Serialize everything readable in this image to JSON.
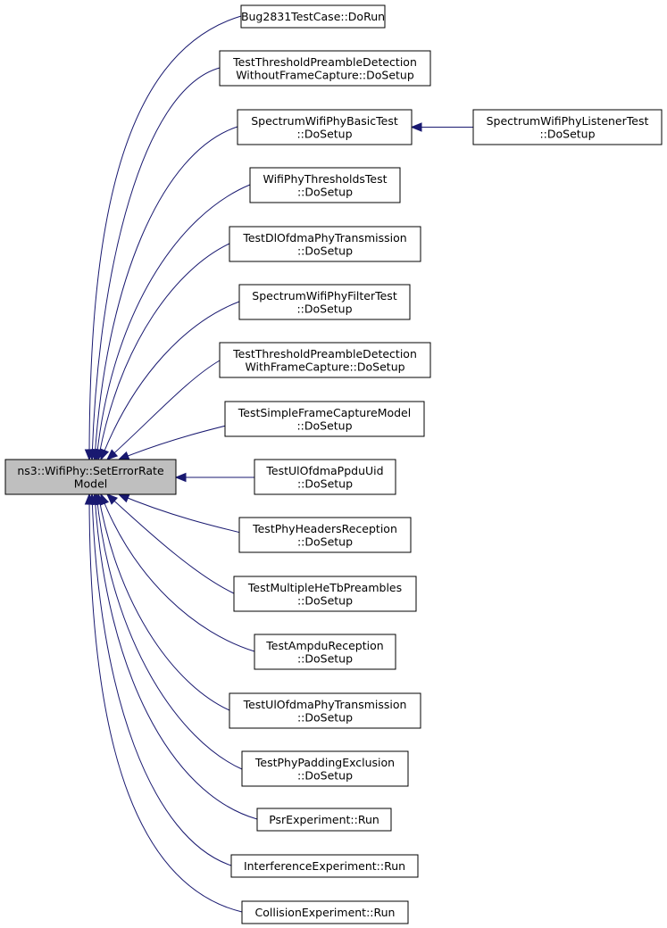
{
  "graph": {
    "root": {
      "id": "root",
      "lines": [
        "ns3::WifiPhy::SetErrorRate",
        "Model"
      ]
    },
    "callers": [
      {
        "id": "bug2831",
        "lines": [
          "Bug2831TestCase::DoRun"
        ]
      },
      {
        "id": "threshold-without-capture",
        "lines": [
          "TestThresholdPreambleDetection",
          "WithoutFrameCapture::DoSetup"
        ]
      },
      {
        "id": "spectrum-basic",
        "lines": [
          "SpectrumWifiPhyBasicTest",
          "::DoSetup"
        ]
      },
      {
        "id": "thresholds-test",
        "lines": [
          "WifiPhyThresholdsTest",
          "::DoSetup"
        ]
      },
      {
        "id": "dl-ofdma",
        "lines": [
          "TestDlOfdmaPhyTransmission",
          "::DoSetup"
        ]
      },
      {
        "id": "spectrum-filter",
        "lines": [
          "SpectrumWifiPhyFilterTest",
          "::DoSetup"
        ]
      },
      {
        "id": "threshold-with-capture",
        "lines": [
          "TestThresholdPreambleDetection",
          "WithFrameCapture::DoSetup"
        ]
      },
      {
        "id": "simple-frame-capture",
        "lines": [
          "TestSimpleFrameCaptureModel",
          "::DoSetup"
        ]
      },
      {
        "id": "ul-ofdma-ppdu-uid",
        "lines": [
          "TestUlOfdmaPpduUid",
          "::DoSetup"
        ]
      },
      {
        "id": "phy-headers",
        "lines": [
          "TestPhyHeadersReception",
          "::DoSetup"
        ]
      },
      {
        "id": "multiple-he-tb",
        "lines": [
          "TestMultipleHeTbPreambles",
          "::DoSetup"
        ]
      },
      {
        "id": "ampdu-reception",
        "lines": [
          "TestAmpduReception",
          "::DoSetup"
        ]
      },
      {
        "id": "ul-ofdma-phy",
        "lines": [
          "TestUlOfdmaPhyTransmission",
          "::DoSetup"
        ]
      },
      {
        "id": "padding-exclusion",
        "lines": [
          "TestPhyPaddingExclusion",
          "::DoSetup"
        ]
      },
      {
        "id": "psr",
        "lines": [
          "PsrExperiment::Run"
        ]
      },
      {
        "id": "interference",
        "lines": [
          "InterferenceExperiment::Run"
        ]
      },
      {
        "id": "collision",
        "lines": [
          "CollisionExperiment::Run"
        ]
      }
    ],
    "secondary": [
      {
        "id": "spectrum-listener",
        "lines": [
          "SpectrumWifiPhyListenerTest",
          "::DoSetup"
        ],
        "calls": "spectrum-basic"
      }
    ],
    "colors": {
      "edge": "#191970",
      "root_fill": "#bfbfbf",
      "node_fill": "#ffffff",
      "node_border": "#000000"
    }
  }
}
